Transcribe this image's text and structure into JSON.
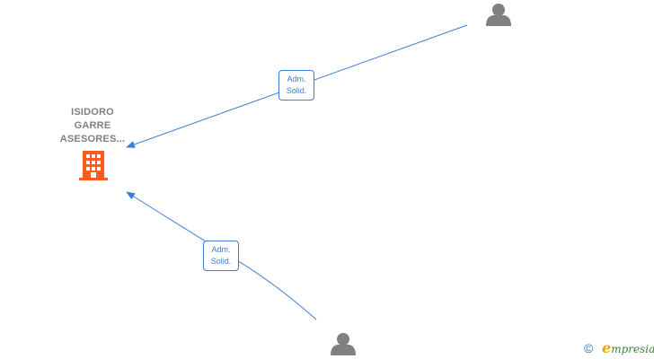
{
  "company": {
    "name_lines": [
      "ISIDORO",
      "GARRE",
      "ASESORES..."
    ],
    "icon": "building-icon",
    "color": "#ff5a1f"
  },
  "persons": [
    {
      "icon": "person-icon"
    },
    {
      "icon": "person-icon"
    }
  ],
  "edges": [
    {
      "label_lines": [
        "Adm.",
        "Solid."
      ]
    },
    {
      "label_lines": [
        "Adm.",
        "Solid."
      ]
    }
  ],
  "colors": {
    "edge": "#3c7fd0",
    "person": "#808080",
    "company": "#ff5a1f"
  },
  "footer": {
    "copyright_symbol": "©",
    "brand_first": "e",
    "brand_rest": "mpresia"
  }
}
